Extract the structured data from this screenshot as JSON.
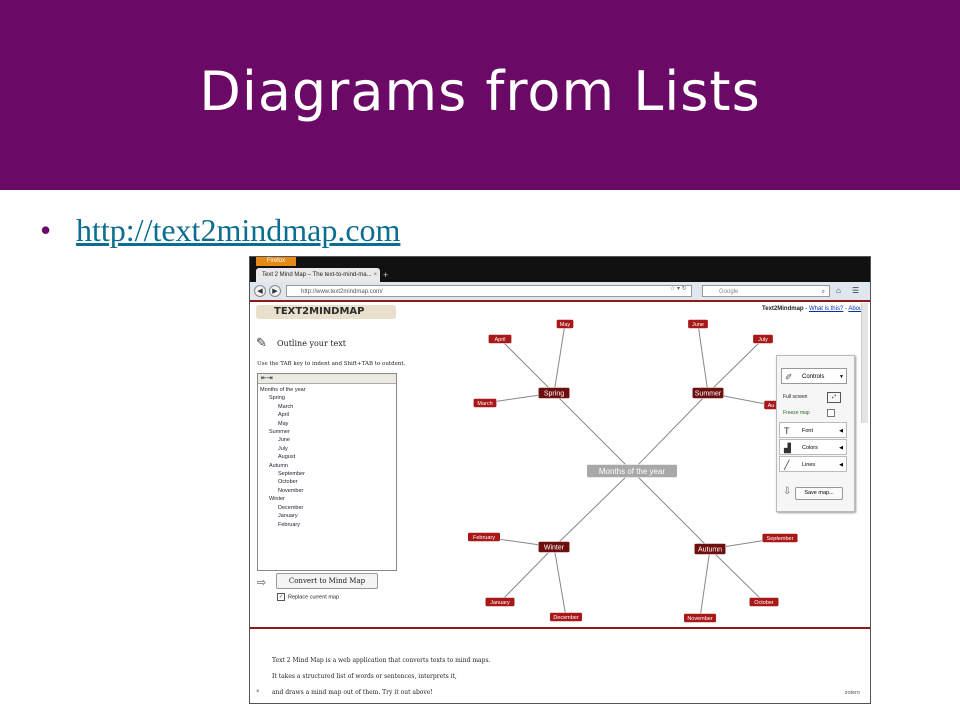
{
  "slide": {
    "title": "Diagrams from Lists",
    "bullet_link": "http://text2mindmap.com",
    "accent_color": "#6b0a66"
  },
  "browser": {
    "app_button": "Firefox",
    "tab_title": "Text 2 Mind Map – The text-to-mind-ma...",
    "url": "http://www.text2mindmap.com/",
    "search_placeholder": "Google",
    "new_tab_glyph": "+"
  },
  "site": {
    "logo": "TEXT2MINDMAP",
    "brand": "Text2Mindmap",
    "link_what": "What is this?",
    "link_about": "About",
    "outline_heading": "Outline your text",
    "hint": "Use the TAB key to indent and Shift+TAB to outdent.",
    "outline_lines": [
      {
        "text": "Months of the year",
        "level": 0
      },
      {
        "text": "Spring",
        "level": 1
      },
      {
        "text": "March",
        "level": 2
      },
      {
        "text": "April",
        "level": 2
      },
      {
        "text": "May",
        "level": 2
      },
      {
        "text": "Summer",
        "level": 1
      },
      {
        "text": "June",
        "level": 2
      },
      {
        "text": "July",
        "level": 2
      },
      {
        "text": "August",
        "level": 2
      },
      {
        "text": "Autumn",
        "level": 1
      },
      {
        "text": "September",
        "level": 2
      },
      {
        "text": "October",
        "level": 2
      },
      {
        "text": "November",
        "level": 2
      },
      {
        "text": "Winter",
        "level": 1
      },
      {
        "text": "December",
        "level": 2
      },
      {
        "text": "January",
        "level": 2
      },
      {
        "text": "February",
        "level": 2
      }
    ],
    "convert_button": "Convert to Mind Map",
    "replace_label": "Replace current map",
    "replace_checked": true,
    "controls": {
      "title": "Controls",
      "full_screen": "Full screen",
      "freeze_map": "Freeze map",
      "menus": [
        "Font",
        "Colors",
        "Lines"
      ],
      "save": "Save map..."
    },
    "description": [
      "Text 2 Mind Map is a web application that converts texts to mind maps.",
      "It takes a structured list of words or sentences, interprets it,",
      "and draws a mind map out of them. Try it out above!"
    ],
    "footer_close": "×",
    "footer_brand": "zotero"
  },
  "mindmap": {
    "root": "Months of the year",
    "branches": [
      {
        "name": "Spring",
        "leaves": [
          "April",
          "May",
          "March"
        ]
      },
      {
        "name": "Summer",
        "leaves": [
          "June",
          "July",
          "Au"
        ]
      },
      {
        "name": "Winter",
        "leaves": [
          "February",
          "January",
          "December"
        ]
      },
      {
        "name": "Autumn",
        "leaves": [
          "September",
          "November",
          "October"
        ]
      }
    ],
    "colors": {
      "root": "#a8a8a8",
      "branch": "#6e0f0f",
      "leaf": "#a81818",
      "line": "#888888"
    }
  }
}
